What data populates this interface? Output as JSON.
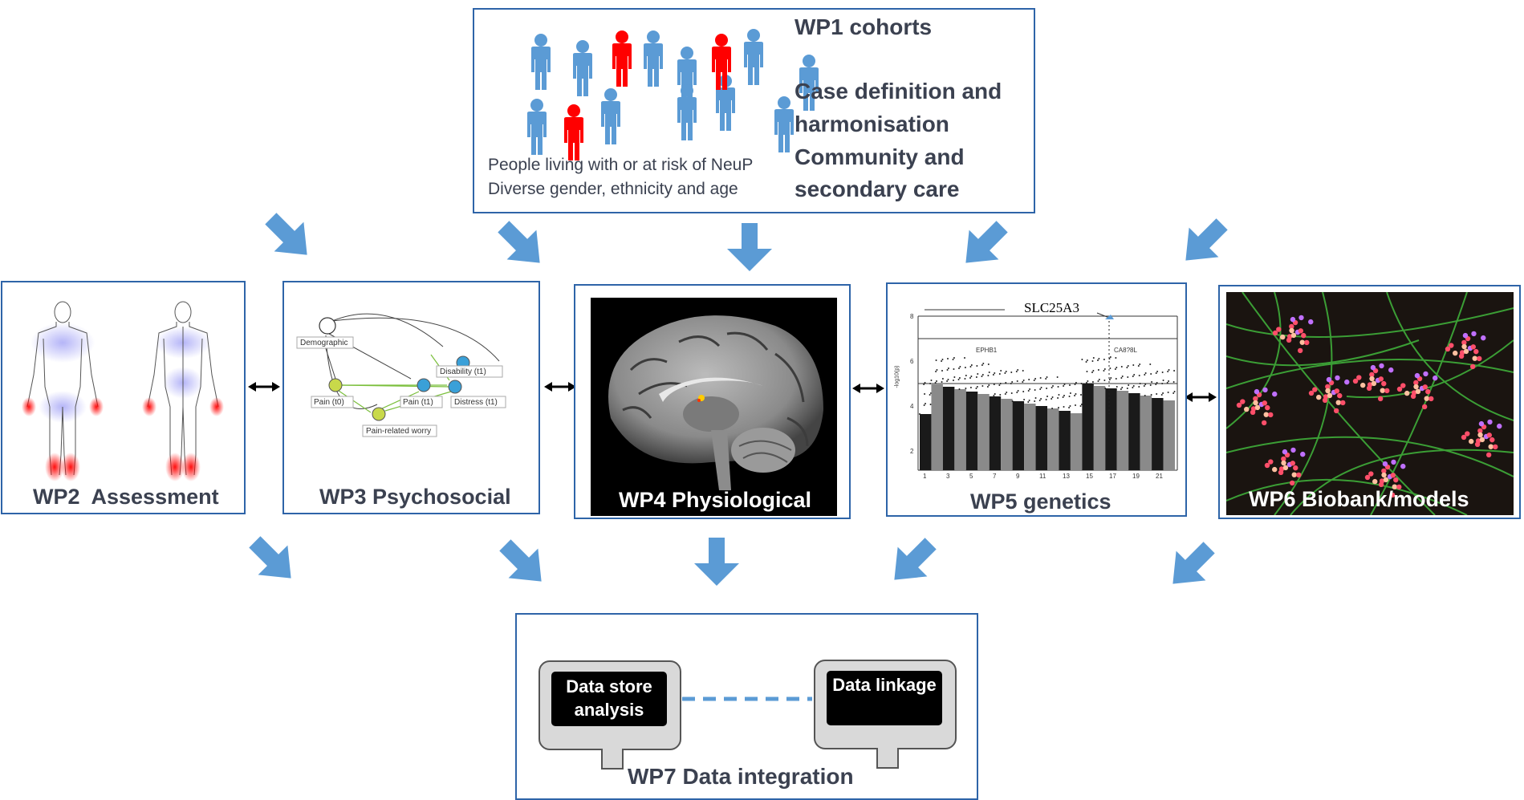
{
  "wp1": {
    "title": "WP1 cohorts",
    "heading_line1": "Case definition and",
    "heading_line2": "harmonisation",
    "heading_line3": "Community and",
    "heading_line4": "secondary care",
    "caption_line1": "People living with or at risk of NeuP",
    "caption_line2": "Diverse gender, ethnicity and age",
    "colors": {
      "person": "#5b9bd5",
      "highlight": "#ff0000"
    }
  },
  "wp2": {
    "title": "WP2  Assessment"
  },
  "wp3": {
    "title": "WP3 Psychosocial",
    "nodes": {
      "demographic": "Demographic",
      "pain_t0": "Pain (t0)",
      "pain_t1": "Pain (t1)",
      "disability": "Disability (t1)",
      "distress": "Distress (t1)",
      "worry": "Pain-related worry"
    }
  },
  "wp4": {
    "title": "WP4 Physiological"
  },
  "wp5": {
    "title": "WP5 genetics",
    "gene_label": "SLC25A3",
    "gene_small_1": "EPHB1",
    "gene_small_2": "CA8?8L",
    "ylabel": "-log10(p)",
    "yticks": [
      "8",
      "6",
      "4",
      "2"
    ],
    "xticks": [
      "1",
      "3",
      "5",
      "7",
      "9",
      "11",
      "13",
      "15",
      "17",
      "19",
      "21"
    ]
  },
  "wp6": {
    "title": "WP6 Biobank/models"
  },
  "wp7": {
    "title": "WP7 Data integration",
    "store_line1": "Data store",
    "store_line2": "analysis",
    "linkage": "Data linkage"
  },
  "colors": {
    "border": "#2e64a8",
    "arrow": "#5b9bd5",
    "text": "#3b4150"
  }
}
